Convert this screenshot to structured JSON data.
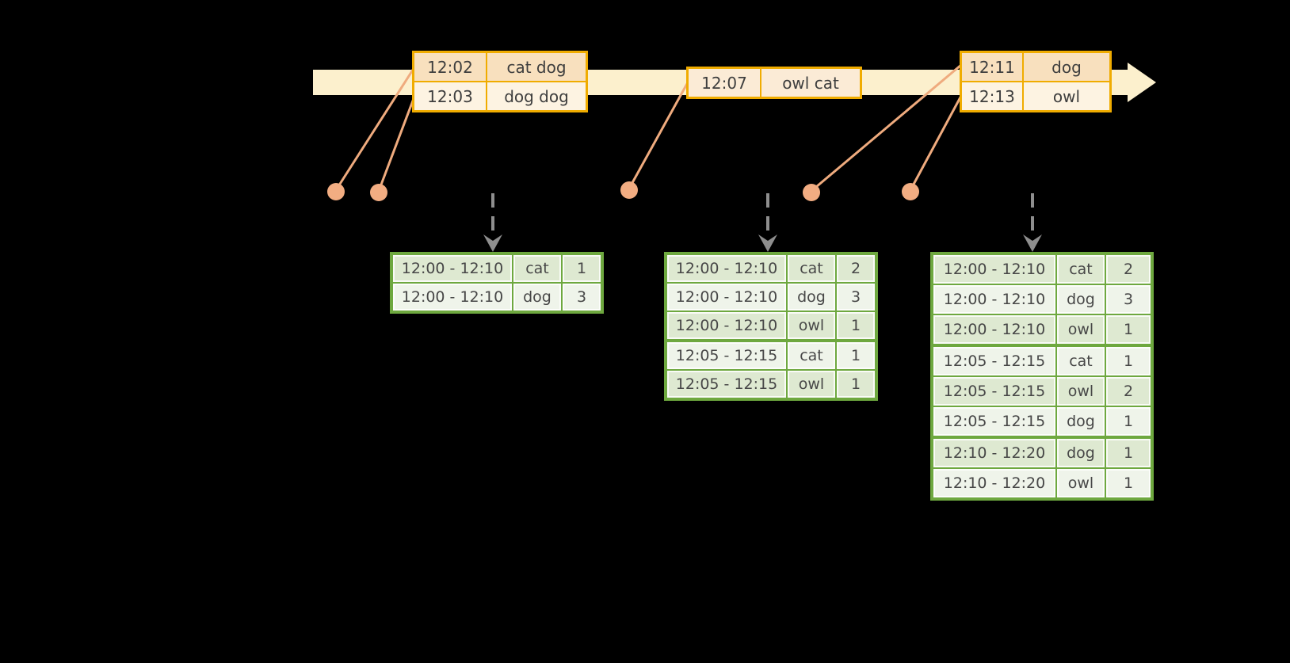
{
  "diagram": {
    "kind": "streaming-windowed-word-count-timeline"
  },
  "event_tables": [
    {
      "rows": [
        {
          "time": "12:02",
          "words": "cat dog"
        },
        {
          "time": "12:03",
          "words": "dog dog"
        }
      ]
    },
    {
      "rows": [
        {
          "time": "12:07",
          "words": "owl cat"
        }
      ]
    },
    {
      "rows": [
        {
          "time": "12:11",
          "words": "dog"
        },
        {
          "time": "12:13",
          "words": "owl"
        }
      ]
    }
  ],
  "result_tables": [
    {
      "rows": [
        {
          "window": "12:00 - 12:10",
          "word": "cat",
          "count": "1"
        },
        {
          "window": "12:00 - 12:10",
          "word": "dog",
          "count": "3"
        }
      ]
    },
    {
      "rows": [
        {
          "window": "12:00 - 12:10",
          "word": "cat",
          "count": "2"
        },
        {
          "window": "12:00 - 12:10",
          "word": "dog",
          "count": "3"
        },
        {
          "window": "12:00 - 12:10",
          "word": "owl",
          "count": "1"
        },
        {
          "window": "12:05 - 12:15",
          "word": "cat",
          "count": "1"
        },
        {
          "window": "12:05 - 12:15",
          "word": "owl",
          "count": "1"
        }
      ]
    },
    {
      "rows": [
        {
          "window": "12:00 - 12:10",
          "word": "cat",
          "count": "2"
        },
        {
          "window": "12:00 - 12:10",
          "word": "dog",
          "count": "3"
        },
        {
          "window": "12:00 - 12:10",
          "word": "owl",
          "count": "1"
        },
        {
          "window": "12:05 - 12:15",
          "word": "cat",
          "count": "1"
        },
        {
          "window": "12:05 - 12:15",
          "word": "owl",
          "count": "2"
        },
        {
          "window": "12:05 - 12:15",
          "word": "dog",
          "count": "1"
        },
        {
          "window": "12:10 - 12:20",
          "word": "dog",
          "count": "1"
        },
        {
          "window": "12:10 - 12:20",
          "word": "owl",
          "count": "1"
        }
      ]
    }
  ],
  "colors": {
    "background": "#000000",
    "timeline_band": "#FCF0CD",
    "event_table_border": "#F0AC00",
    "event_row_dark": "#F8E0BE",
    "event_row_light": "#FDF3E2",
    "connector_line": "#EFAB7E",
    "event_dot": "#F2AD82",
    "trigger_arrow": "#8E8E8E",
    "result_table_border": "#6EA83F",
    "result_row_dark": "#DEE9D1",
    "result_row_light": "#EFF4EA"
  }
}
